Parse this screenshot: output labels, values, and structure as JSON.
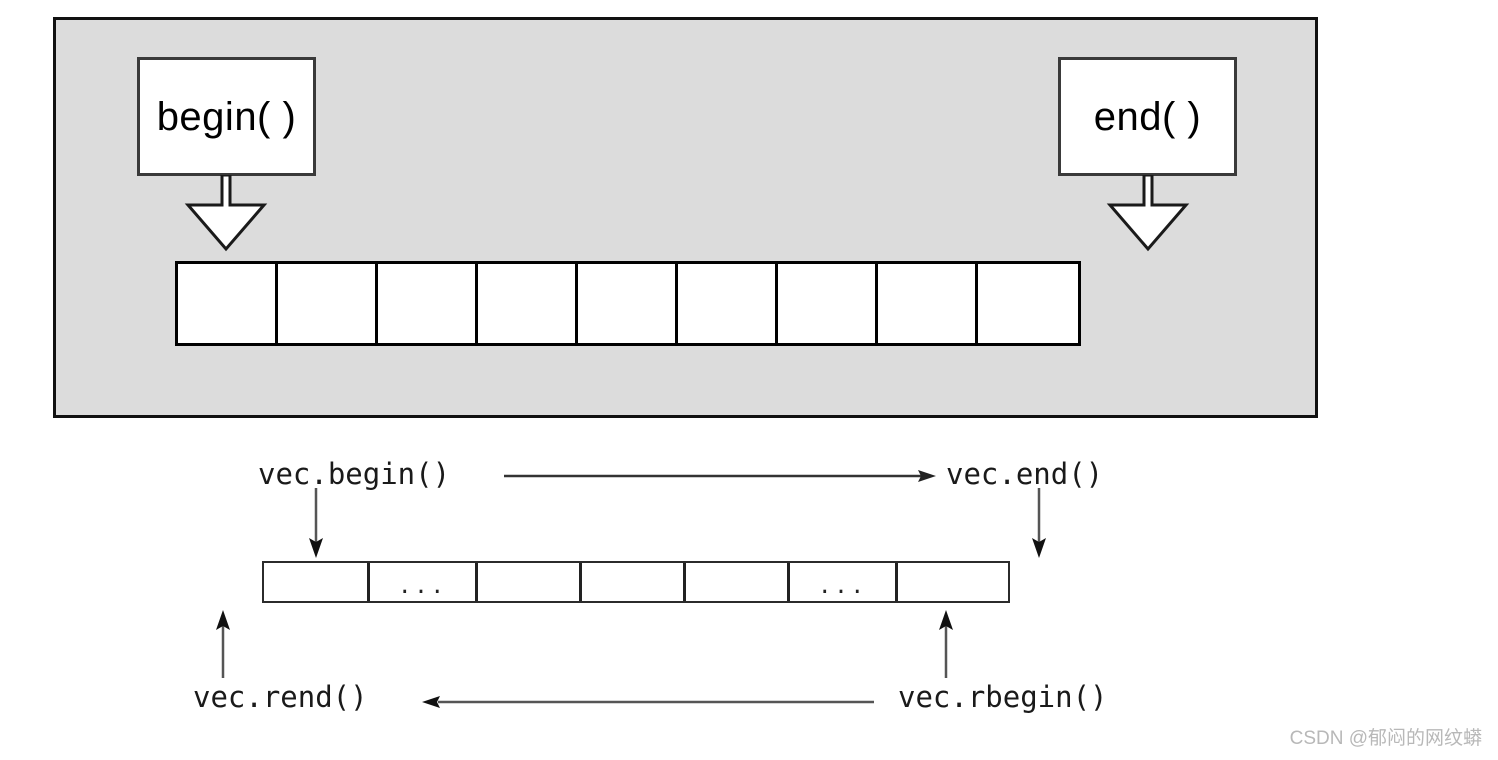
{
  "figure": {
    "top_panel": {
      "background_color": "#dcdcdc",
      "border_color": "#111111",
      "callouts": [
        {
          "id": "begin",
          "label": "begin( )"
        },
        {
          "id": "end",
          "label": "end( )"
        }
      ],
      "arrows": [
        {
          "id": "begin-arrow",
          "direction": "down",
          "style": "block-hollow"
        },
        {
          "id": "end-arrow",
          "direction": "down",
          "style": "block-hollow"
        }
      ],
      "cells": [
        "",
        "",
        "",
        "",
        "",
        "",
        "",
        "",
        ""
      ],
      "cell_count": 9
    },
    "bottom_panel": {
      "labels": {
        "begin": "vec.begin()",
        "end": "vec.end()",
        "rend": "vec.rend()",
        "rbegin": "vec.rbegin()"
      },
      "cells": [
        "",
        "...",
        "",
        "",
        "",
        "...",
        ""
      ],
      "cell_count": 7,
      "arrows": [
        {
          "id": "begin-to-end",
          "direction": "right",
          "from": "vec.begin()",
          "to": "vec.end()"
        },
        {
          "id": "rbegin-to-rend",
          "direction": "left",
          "from": "vec.rbegin()",
          "to": "vec.rend()"
        },
        {
          "id": "begin-down",
          "direction": "down",
          "target": "first-cell"
        },
        {
          "id": "end-down",
          "direction": "down",
          "target": "past-last-cell"
        },
        {
          "id": "rend-up",
          "direction": "up",
          "target": "before-first-cell"
        },
        {
          "id": "rbegin-up",
          "direction": "up",
          "target": "last-cell"
        }
      ]
    }
  },
  "watermark": {
    "text": "CSDN @郁闷的网纹蟒",
    "color": "#b8b8b8"
  }
}
